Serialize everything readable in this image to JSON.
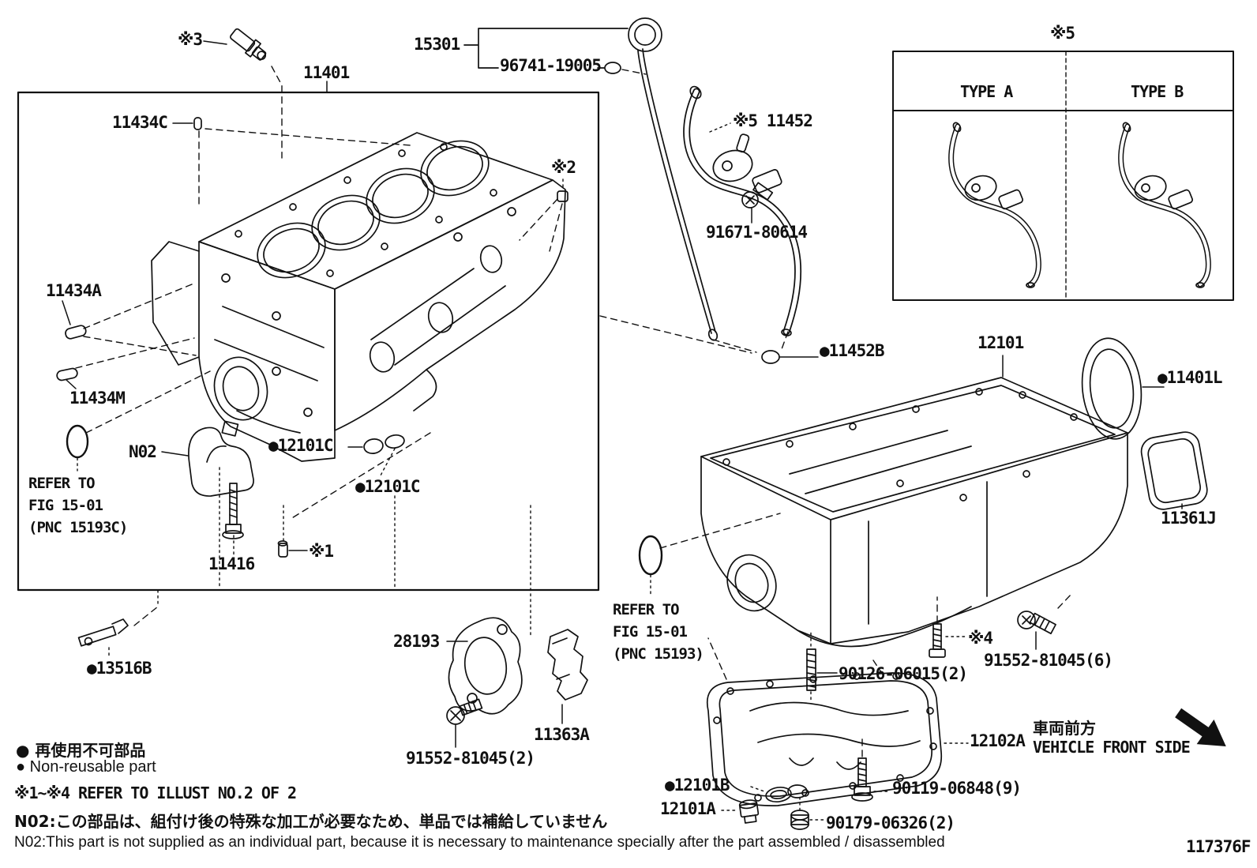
{
  "figure": {
    "code": "117376F"
  },
  "callouts": {
    "x3": "※3",
    "p11401": "11401",
    "p11434C": "11434C",
    "p15301": "15301",
    "p96741": "96741-19005",
    "p11452": "※5 11452",
    "p91671": "91671-80614",
    "x2": "※2",
    "p11434A": "11434A",
    "p11434M": "11434M",
    "n02": "N02",
    "p11416": "11416",
    "p12101C_1": "●12101C",
    "p12101C_2": "●12101C",
    "x1": "※1",
    "p13516B": "●13516B",
    "p28193": "28193",
    "p91552_2": "91552-81045(2)",
    "p11363A": "11363A",
    "p11452B": "●11452B",
    "p12101": "12101",
    "p11401L": "●11401L",
    "p11361J": "11361J",
    "p90126": "90126-06015(2)",
    "x4": "※4",
    "p91552_6": "91552-81045(6)",
    "p12102A": "12102A",
    "p12101B": "●12101B",
    "p12101A": "12101A",
    "p90119": "90119-06848(9)",
    "p90179": "90179-06326(2)"
  },
  "table": {
    "title": "※5",
    "col_a": "TYPE A",
    "col_b": "TYPE B"
  },
  "refer1": {
    "l1": "REFER TO",
    "l2": "FIG 15-01",
    "l3": "(PNC 15193C)"
  },
  "refer2": {
    "l1": "REFER TO",
    "l2": "FIG 15-01",
    "l3": "(PNC 15193)"
  },
  "front_side": {
    "jp": "車両前方",
    "en": "VEHICLE FRONT SIDE"
  },
  "legend": {
    "jp": "● 再使用不可部品",
    "en": "● Non-reusable part"
  },
  "notes": {
    "illust": "※1~※4 REFER TO ILLUST NO.2 OF 2",
    "jp": "N02:この部品は、組付け後の特殊な加工が必要なため、単品では補給していません",
    "en": "N02:This part is not supplied as an individual part, because it is necessary to maintenance specially after the part assembled / disassembled"
  }
}
